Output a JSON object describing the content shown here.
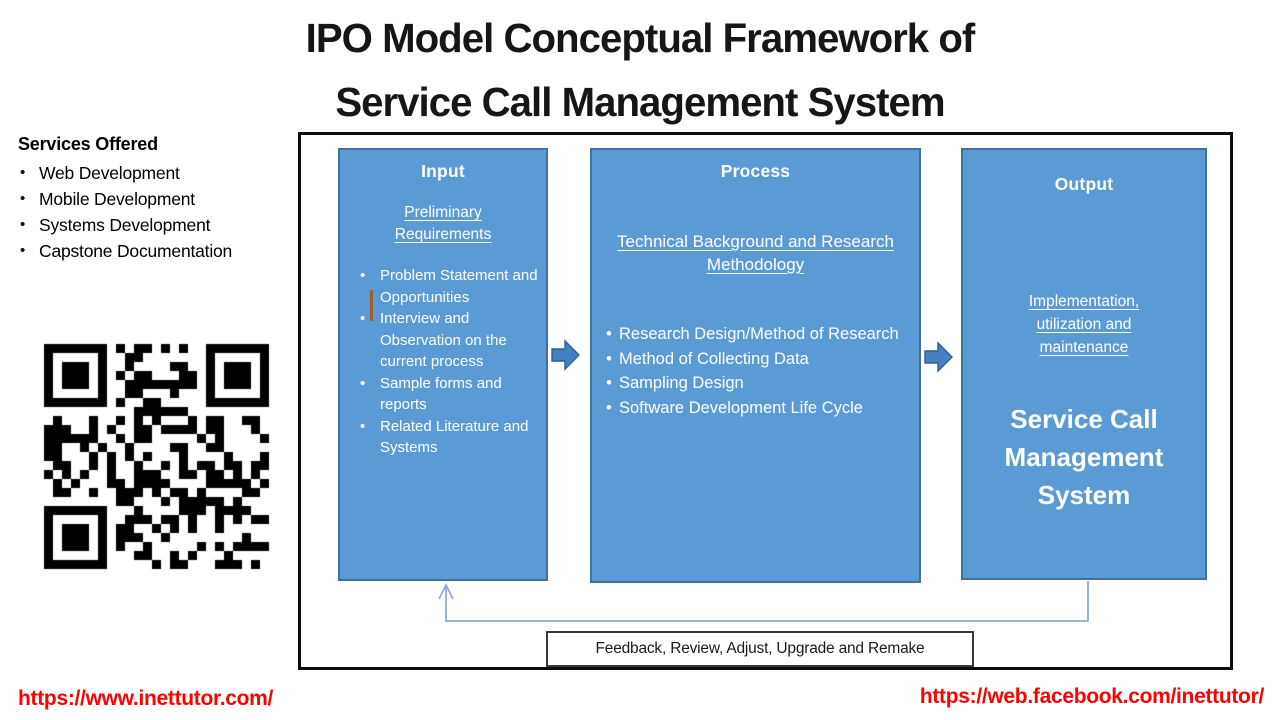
{
  "title": {
    "line1": "IPO Model Conceptual Framework of",
    "line2": "Service Call Management System"
  },
  "services": {
    "heading": "Services Offered",
    "items": [
      "Web Development",
      "Mobile Development",
      "Systems Development",
      "Capstone Documentation"
    ]
  },
  "diagram": {
    "input": {
      "heading": "Input",
      "subheading": "Preliminary Requirements",
      "bullets": [
        "Problem Statement and Opportunities",
        "Interview and Observation on the current process",
        "Sample forms and reports",
        "Related Literature and Systems"
      ]
    },
    "process": {
      "heading": "Process",
      "subheading": "Technical Background and Research Methodology",
      "bullets": [
        "Research Design/Method of Research",
        "Method of Collecting Data",
        "Sampling Design",
        "Software Development Life Cycle"
      ]
    },
    "output": {
      "heading": "Output",
      "subheading": "Implementation, utilization and maintenance",
      "result": "Service Call Management System"
    },
    "feedback_label": "Feedback, Review, Adjust, Upgrade and Remake"
  },
  "footer": {
    "left_link": "https://www.inettutor.com/",
    "right_link": "https://web.facebook.com/inettutor/"
  },
  "icons": {
    "qr_code": "qr-code",
    "flow_arrow": "right-block-arrow",
    "feedback_arrow": "up-elbow-arrow"
  },
  "colors": {
    "box_fill": "#5B9BD5",
    "box_border": "#41719C",
    "arrow_fill": "#4680C4",
    "feedback_line": "#8FAADC",
    "link_red": "#FF0000",
    "tick_orange": "#A55B2B"
  }
}
